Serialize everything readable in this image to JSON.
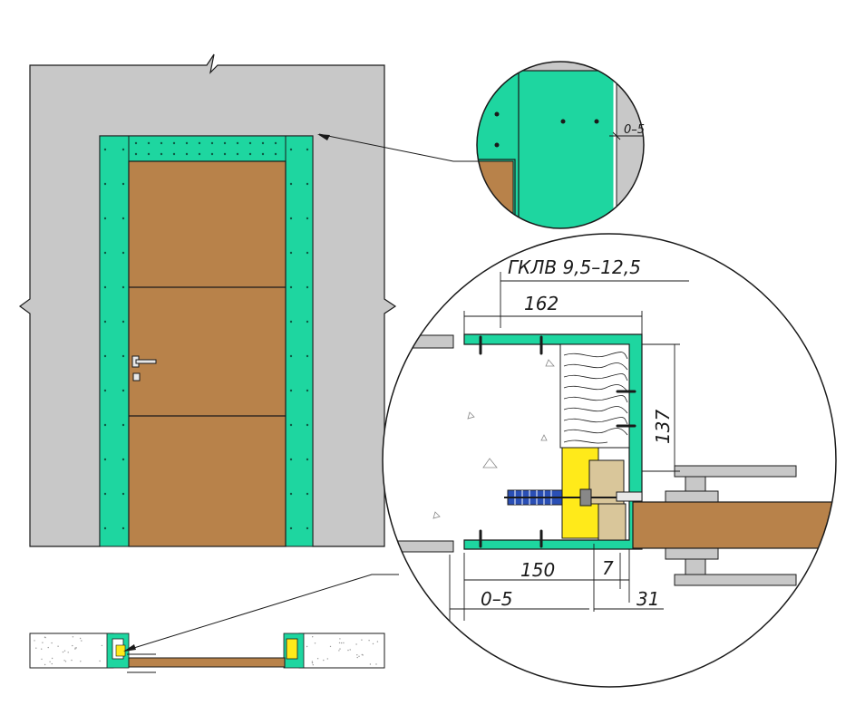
{
  "labels": {
    "gklv": "ГКЛВ 9,5–12,5",
    "dim_top": "162",
    "dim_right": "137",
    "dim_bottom": "150",
    "dim_gap": "0–5",
    "dim_7": "7",
    "dim_31": "31",
    "detail_gap": "0–5"
  },
  "colors": {
    "wall": "#c8c8c8",
    "drywall": "#1ed6a0",
    "door": "#b8824a",
    "insulation": "#ffea1a",
    "frame": "#d9c69a",
    "line": "#1a1a1a",
    "anchor": "#2a4fb5"
  }
}
